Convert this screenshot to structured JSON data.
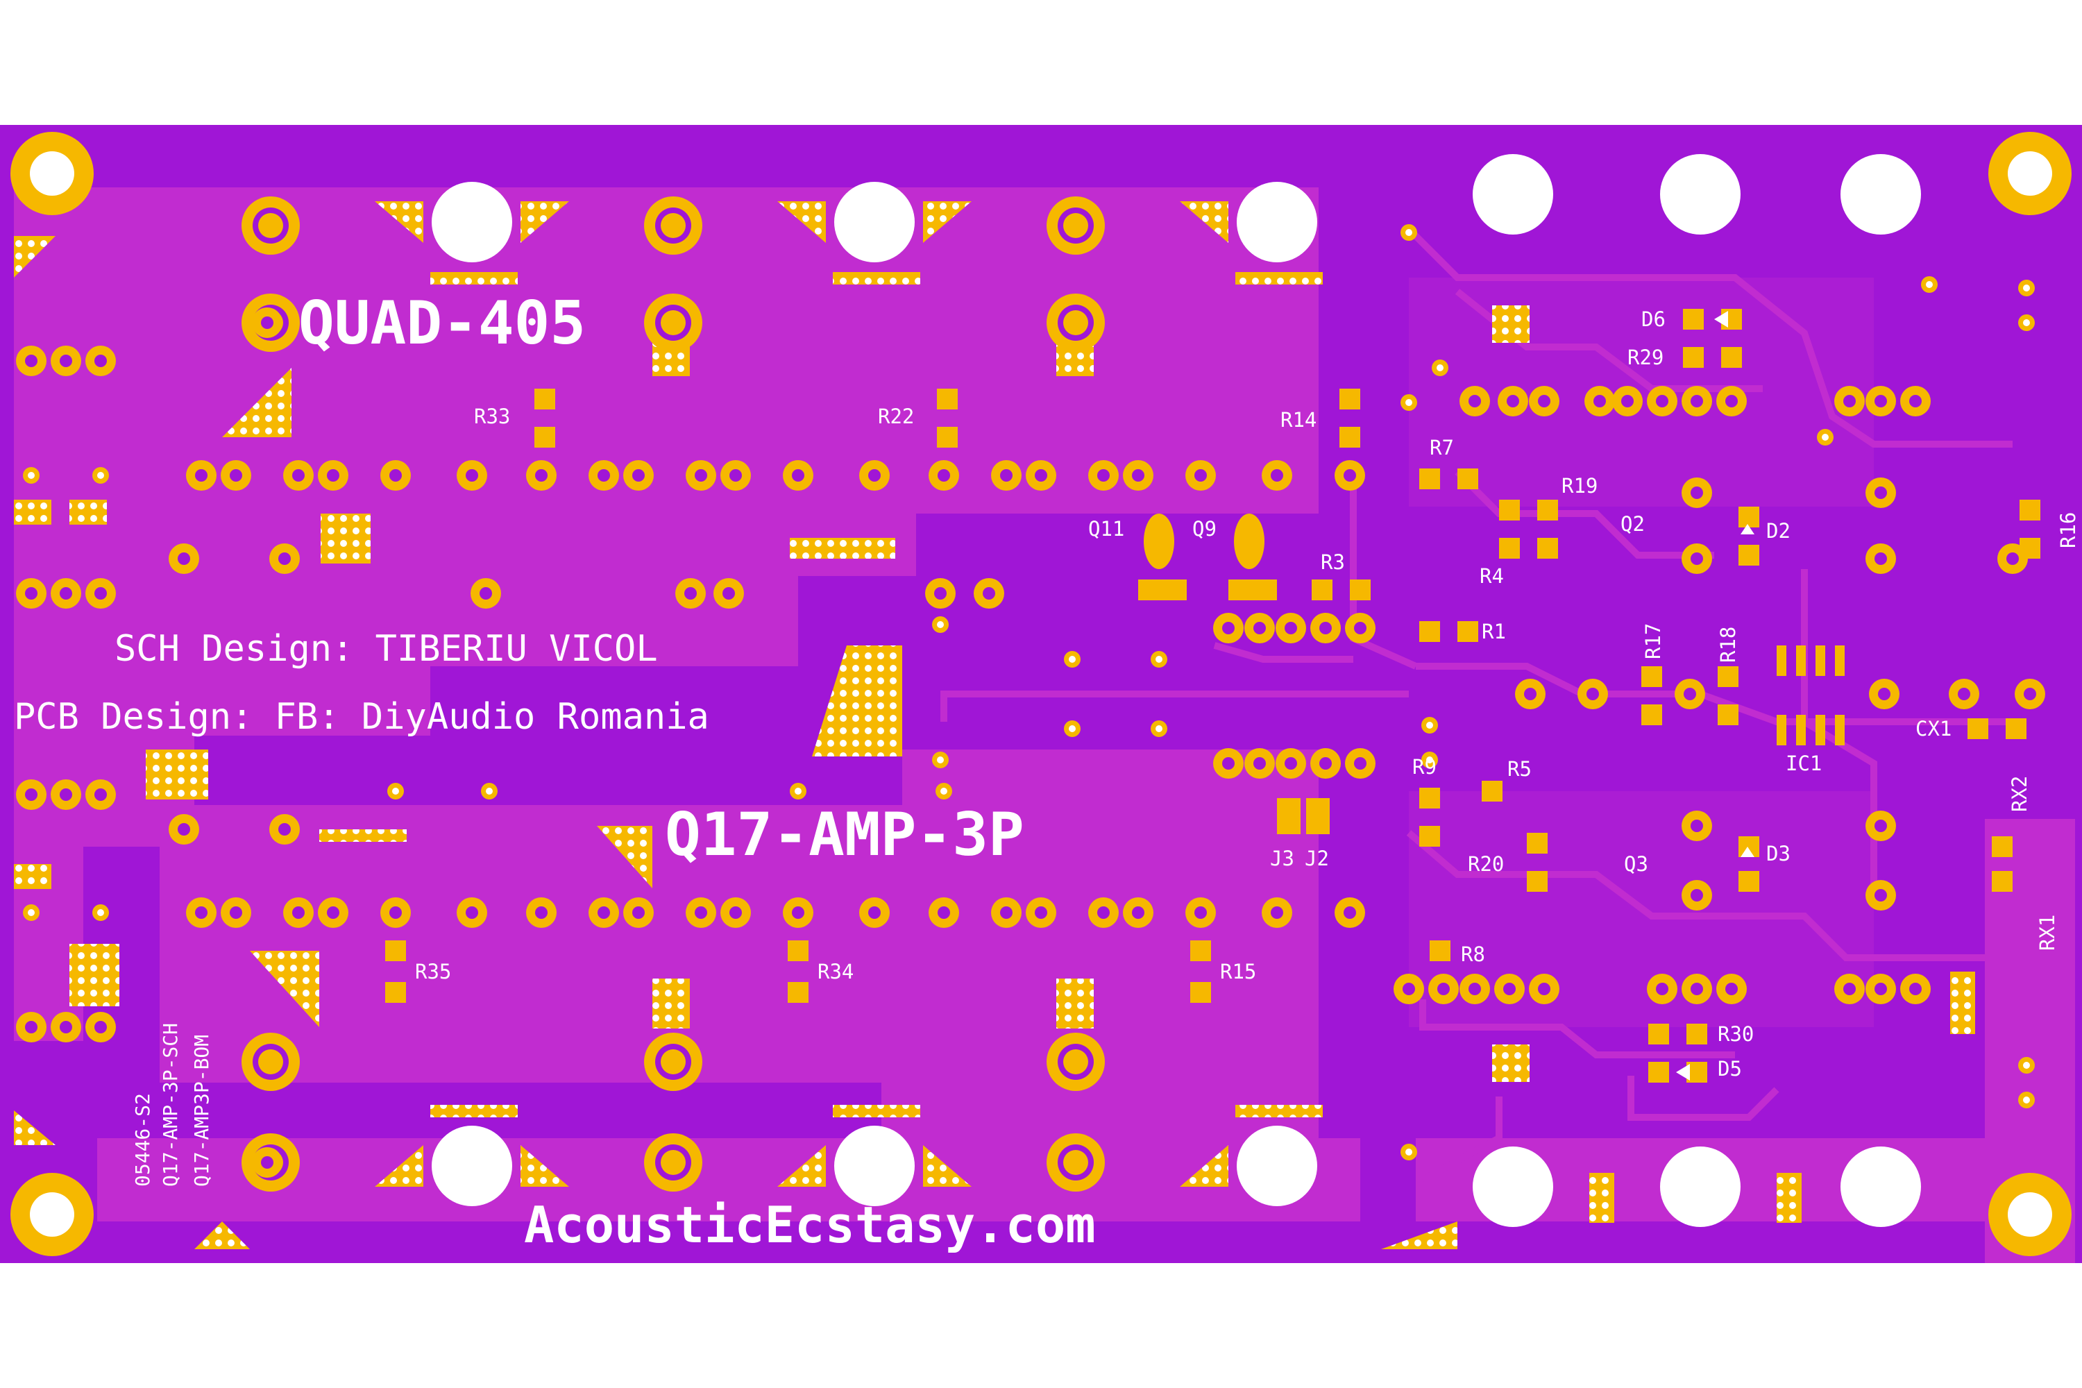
{
  "colors": {
    "background": "#ffffff",
    "board": "#a016d6",
    "copper_trace": "#c12cd0",
    "pad": "#f6b800",
    "silkscreen": "#ffffff"
  },
  "silkscreen": {
    "title": "QUAD-405",
    "subtitle": "Q17-AMP-3P",
    "sch_credit": "SCH Design: TIBERIU VICOL",
    "pcb_credit": "PCB Design: FB: DiyAudio Romania",
    "website": "AcousticEcstasy.com",
    "board_code": "05446-S2",
    "sch_file": "Q17-AMP-3P-SCH",
    "bom_file": "Q17-AMP3P-BOM"
  },
  "references": {
    "r33": "R33",
    "r22": "R22",
    "r14": "R14",
    "r7": "R7",
    "r19": "R19",
    "r4": "R4",
    "r3": "R3",
    "r1": "R1",
    "r29": "R29",
    "r16": "R16",
    "r17": "R17",
    "r18": "R18",
    "r9": "R9",
    "r5": "R5",
    "r20": "R20",
    "r8": "R8",
    "r30": "R30",
    "r35": "R35",
    "r34": "R34",
    "r15": "R15",
    "d6": "D6",
    "d2": "D2",
    "d3": "D3",
    "d5": "D5",
    "q11": "Q11",
    "q9": "Q9",
    "q2": "Q2",
    "q3": "Q3",
    "ic1": "IC1",
    "cx1": "CX1",
    "rx1": "RX1",
    "rx2": "RX2",
    "j3": "J3",
    "j2": "J2"
  }
}
